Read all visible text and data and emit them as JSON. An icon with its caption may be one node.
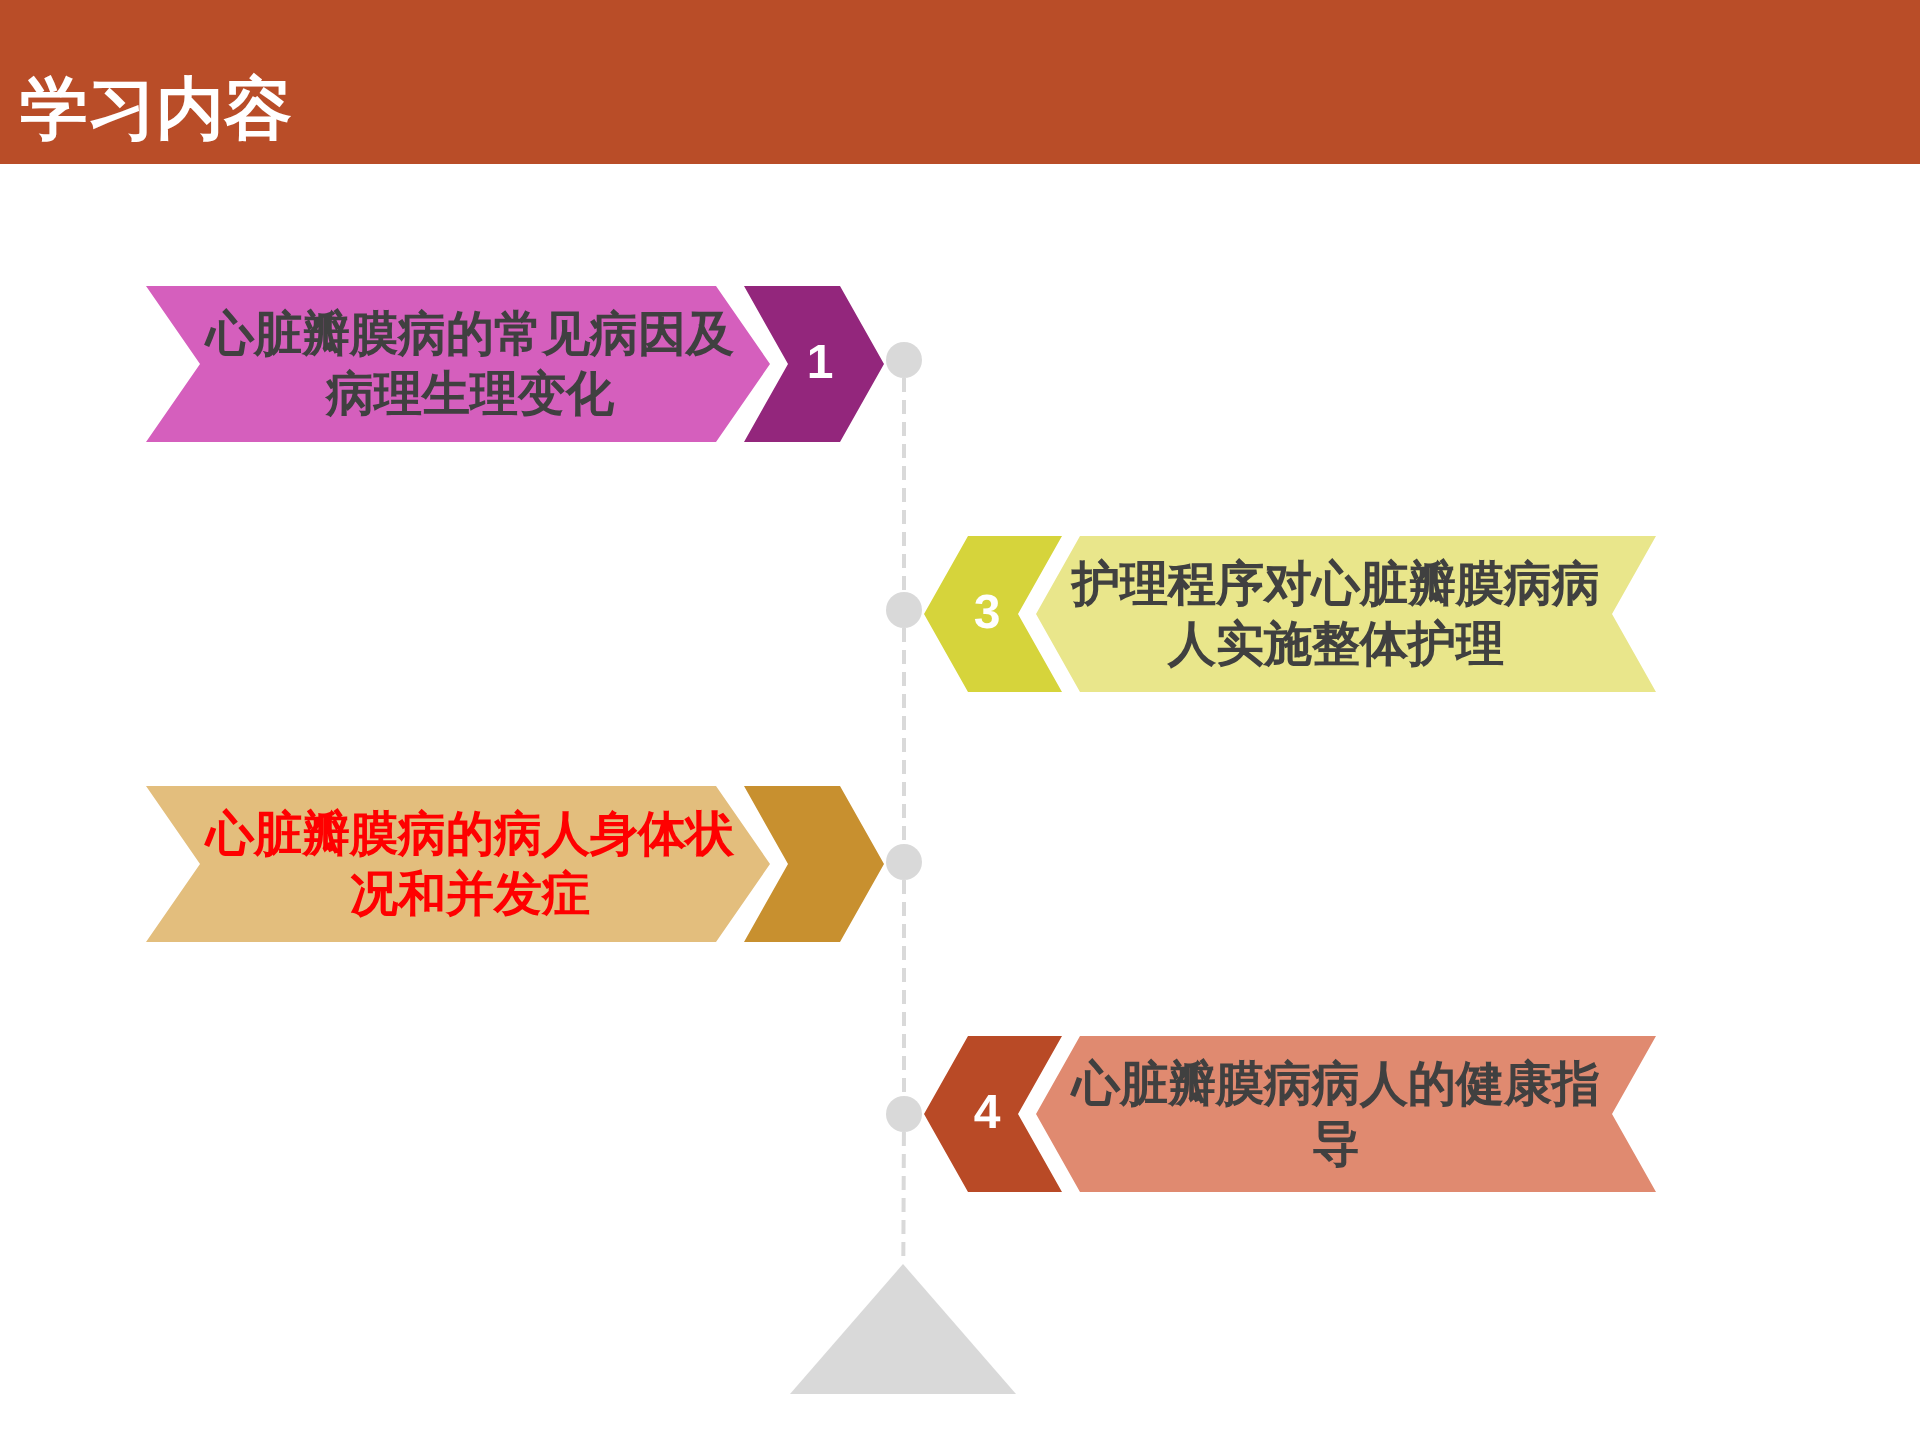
{
  "diagram": {
    "title": "学习内容",
    "nodes": [
      {
        "text": [
          "心脏瓣膜病的常见病因及病理生理变化"
        ]
      },
      {
        "text": [],
        "shape": "circle"
      },
      {
        "text": [],
        "shape": "circle"
      },
      {
        "text": [
          "护理程序对心脏瓣膜病病人实施整体护理"
        ]
      },
      {
        "text": [
          "心脏瓣膜病的病人身体状况和并发症"
        ]
      },
      {
        "text": [],
        "shape": "circle"
      },
      {
        "text": [],
        "shape": "circle"
      },
      {
        "text": [
          "心脏瓣膜病病人的健康指导"
        ]
      },
      {
        "text": [],
        "shape": "triangle"
      }
    ],
    "edges": [
      {
        "from": 0,
        "to": 1,
        "arrow": "to",
        "label": "1",
        "color": "#93267c"
      },
      {
        "from": 3,
        "to": 2,
        "arrow": "to",
        "label": "3",
        "color": "#d6d43b"
      },
      {
        "from": 4,
        "to": 5,
        "arrow": "to",
        "color": "#c8902f"
      },
      {
        "from": 7,
        "to": 6,
        "arrow": "to",
        "label": "4",
        "color": "#b94a26"
      },
      {
        "from": 1,
        "to": 2,
        "arrow": "none",
        "style": "dashed"
      },
      {
        "from": 2,
        "to": 5,
        "arrow": "none",
        "style": "dashed"
      },
      {
        "from": 5,
        "to": 6,
        "arrow": "none",
        "style": "dashed"
      },
      {
        "from": 6,
        "to": 8,
        "arrow": "none",
        "style": "dashed"
      }
    ]
  }
}
